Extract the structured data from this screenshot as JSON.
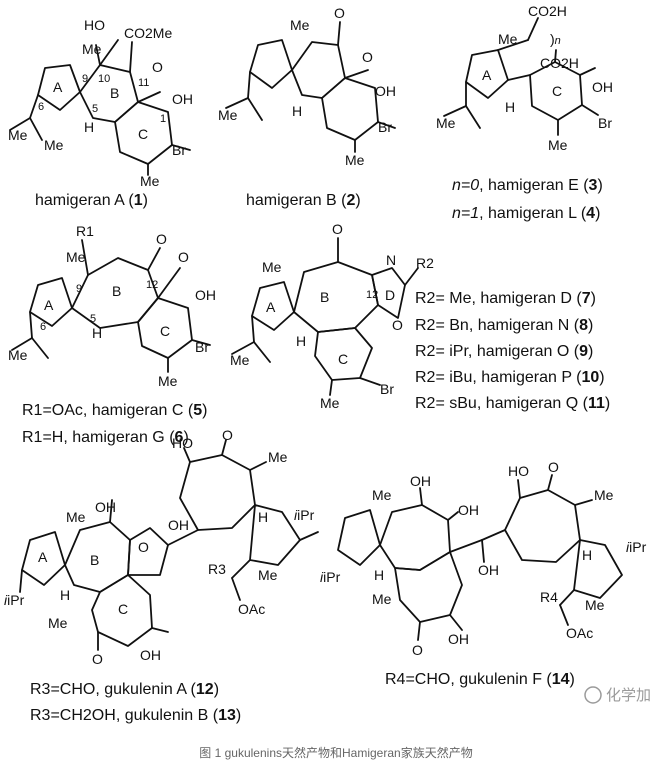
{
  "caption": "图 1 gukulenins天然产物和Hamigeran家族天然产物",
  "watermark": "化学加",
  "compounds": [
    {
      "name": "hamigeran A",
      "number": "1"
    },
    {
      "name": "hamigeran B",
      "number": "2"
    },
    {
      "name": "hamigeran E",
      "number": "3",
      "condition": "n=0"
    },
    {
      "name": "hamigeran L",
      "number": "4",
      "condition": "n=1"
    },
    {
      "name": "hamigeran C",
      "number": "5",
      "condition": "R1=OAc"
    },
    {
      "name": "hamigeran G",
      "number": "6",
      "condition": "R1=H"
    },
    {
      "name": "hamigeran D",
      "number": "7",
      "condition": "R2= Me"
    },
    {
      "name": "hamigeran N",
      "number": "8",
      "condition": "R2= Bn"
    },
    {
      "name": "hamigeran O",
      "number": "9",
      "condition": "R2= iPr"
    },
    {
      "name": "hamigeran P",
      "number": "10",
      "condition": "R2= iBu"
    },
    {
      "name": "hamigeran Q",
      "number": "11",
      "condition": "R2= sBu"
    },
    {
      "name": "gukulenin A",
      "number": "12",
      "condition": "R3=CHO"
    },
    {
      "name": "gukulenin B",
      "number": "13",
      "condition": "R3=CH2OH"
    },
    {
      "name": "gukulenin F",
      "number": "14",
      "condition": "R4=CHO"
    }
  ],
  "atom_labels": {
    "ho": "HO",
    "oh": "OH",
    "co2me": "CO2Me",
    "co2h": "CO2H",
    "o": "O",
    "me": "Me",
    "br": "Br",
    "h": "H",
    "n": "N",
    "ipr": "iPr",
    "oac": "OAc",
    "ring_a": "A",
    "ring_b": "B",
    "ring_c": "C",
    "ring_d": "D",
    "r1": "R1",
    "r2": "R2",
    "r3": "R3",
    "r4": "R4",
    "n_index": "n",
    "pos_1": "1",
    "pos_5": "5",
    "pos_6": "6",
    "pos_9": "9",
    "pos_10": "10",
    "pos_11": "11",
    "pos_12": "12"
  }
}
